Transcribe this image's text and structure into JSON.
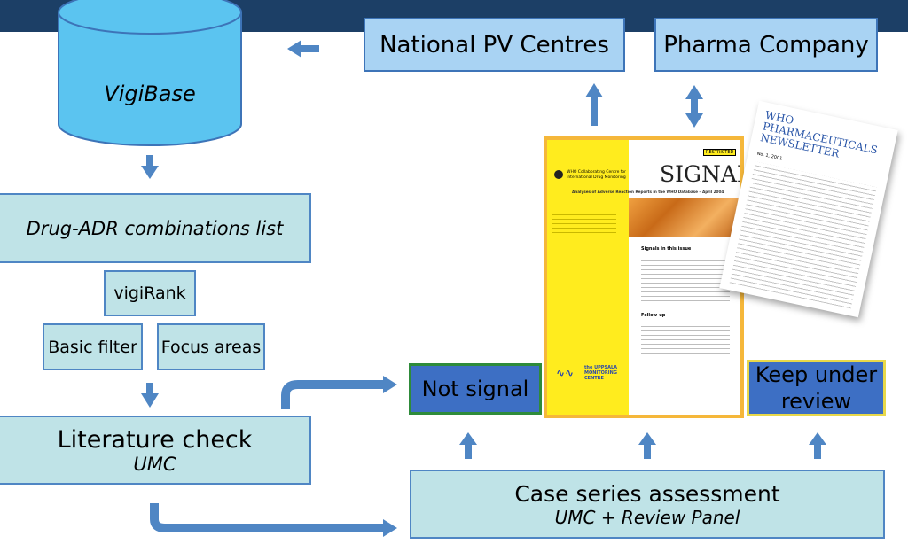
{
  "database": {
    "label": "VigiBase"
  },
  "boxes": {
    "national_pv": "National PV Centres",
    "pharma": "Pharma Company",
    "drug_adr": "Drug-ADR combinations list",
    "vigirank": "vigiRank",
    "basic_filter": "Basic filter",
    "focus_areas": "Focus areas",
    "literature_title": "Literature check",
    "literature_sub": "UMC",
    "not_signal": "Not signal",
    "keep_review": "Keep under review",
    "case_series_title": "Case series assessment",
    "case_series_sub": "UMC + Review Panel"
  },
  "signal_doc": {
    "restricted": "RESTRICTED",
    "org_line1": "WHO Collaborating Centre for",
    "org_line2": "International Drug Monitoring",
    "title": "SIGNAL",
    "subtitle": "Analyses of Adverse Reaction Reports in the WHO Database – April 2004",
    "issue_heading": "Signals in this issue",
    "followup_heading": "Follow-up",
    "umc_line1": "the UPPSALA",
    "umc_line2": "MONITORING",
    "umc_line3": "CENTRE"
  },
  "newsletter_doc": {
    "title_line1": "WHO",
    "title_line2": "PHARMACEUTICALS",
    "title_line3": "NEWSLETTER",
    "issue": "No. 1, 2001"
  },
  "colors": {
    "header_bar": "#1c3f66",
    "teal_box": "#bfe3e7",
    "blue_box": "#a9d3f3",
    "arrow": "#4f86c4",
    "signal_yellow": "#ffec1e",
    "not_signal_border": "#2e8b3a",
    "keep_review_border": "#e8d84a",
    "outcome_fill": "#3d6fc4"
  }
}
